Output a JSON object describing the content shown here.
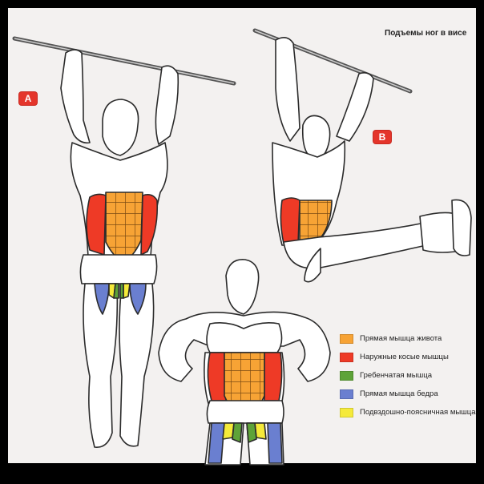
{
  "title": "Подъемы ног в висе",
  "badges": {
    "a": "A",
    "b": "B"
  },
  "colors": {
    "rectus_abdominis": "#f7a335",
    "external_obliques": "#ee3a26",
    "pectineus": "#5ea338",
    "rectus_femoris": "#6a7fd0",
    "iliopsoas": "#f5ea3a",
    "skin": "#ffffff",
    "outline": "#2b2b2b",
    "panel": "#f3f1f0",
    "badge": "#e4352b"
  },
  "legend": [
    {
      "label": "Прямая мышца живота",
      "color": "#f7a335"
    },
    {
      "label": "Наружные косые мышцы",
      "color": "#ee3a26"
    },
    {
      "label": "Гребенчатая мышца",
      "color": "#5ea338"
    },
    {
      "label": "Прямая мышца бедра",
      "color": "#6a7fd0"
    },
    {
      "label": "Подвздошно-поясничная мышца",
      "color": "#f5ea3a"
    }
  ]
}
